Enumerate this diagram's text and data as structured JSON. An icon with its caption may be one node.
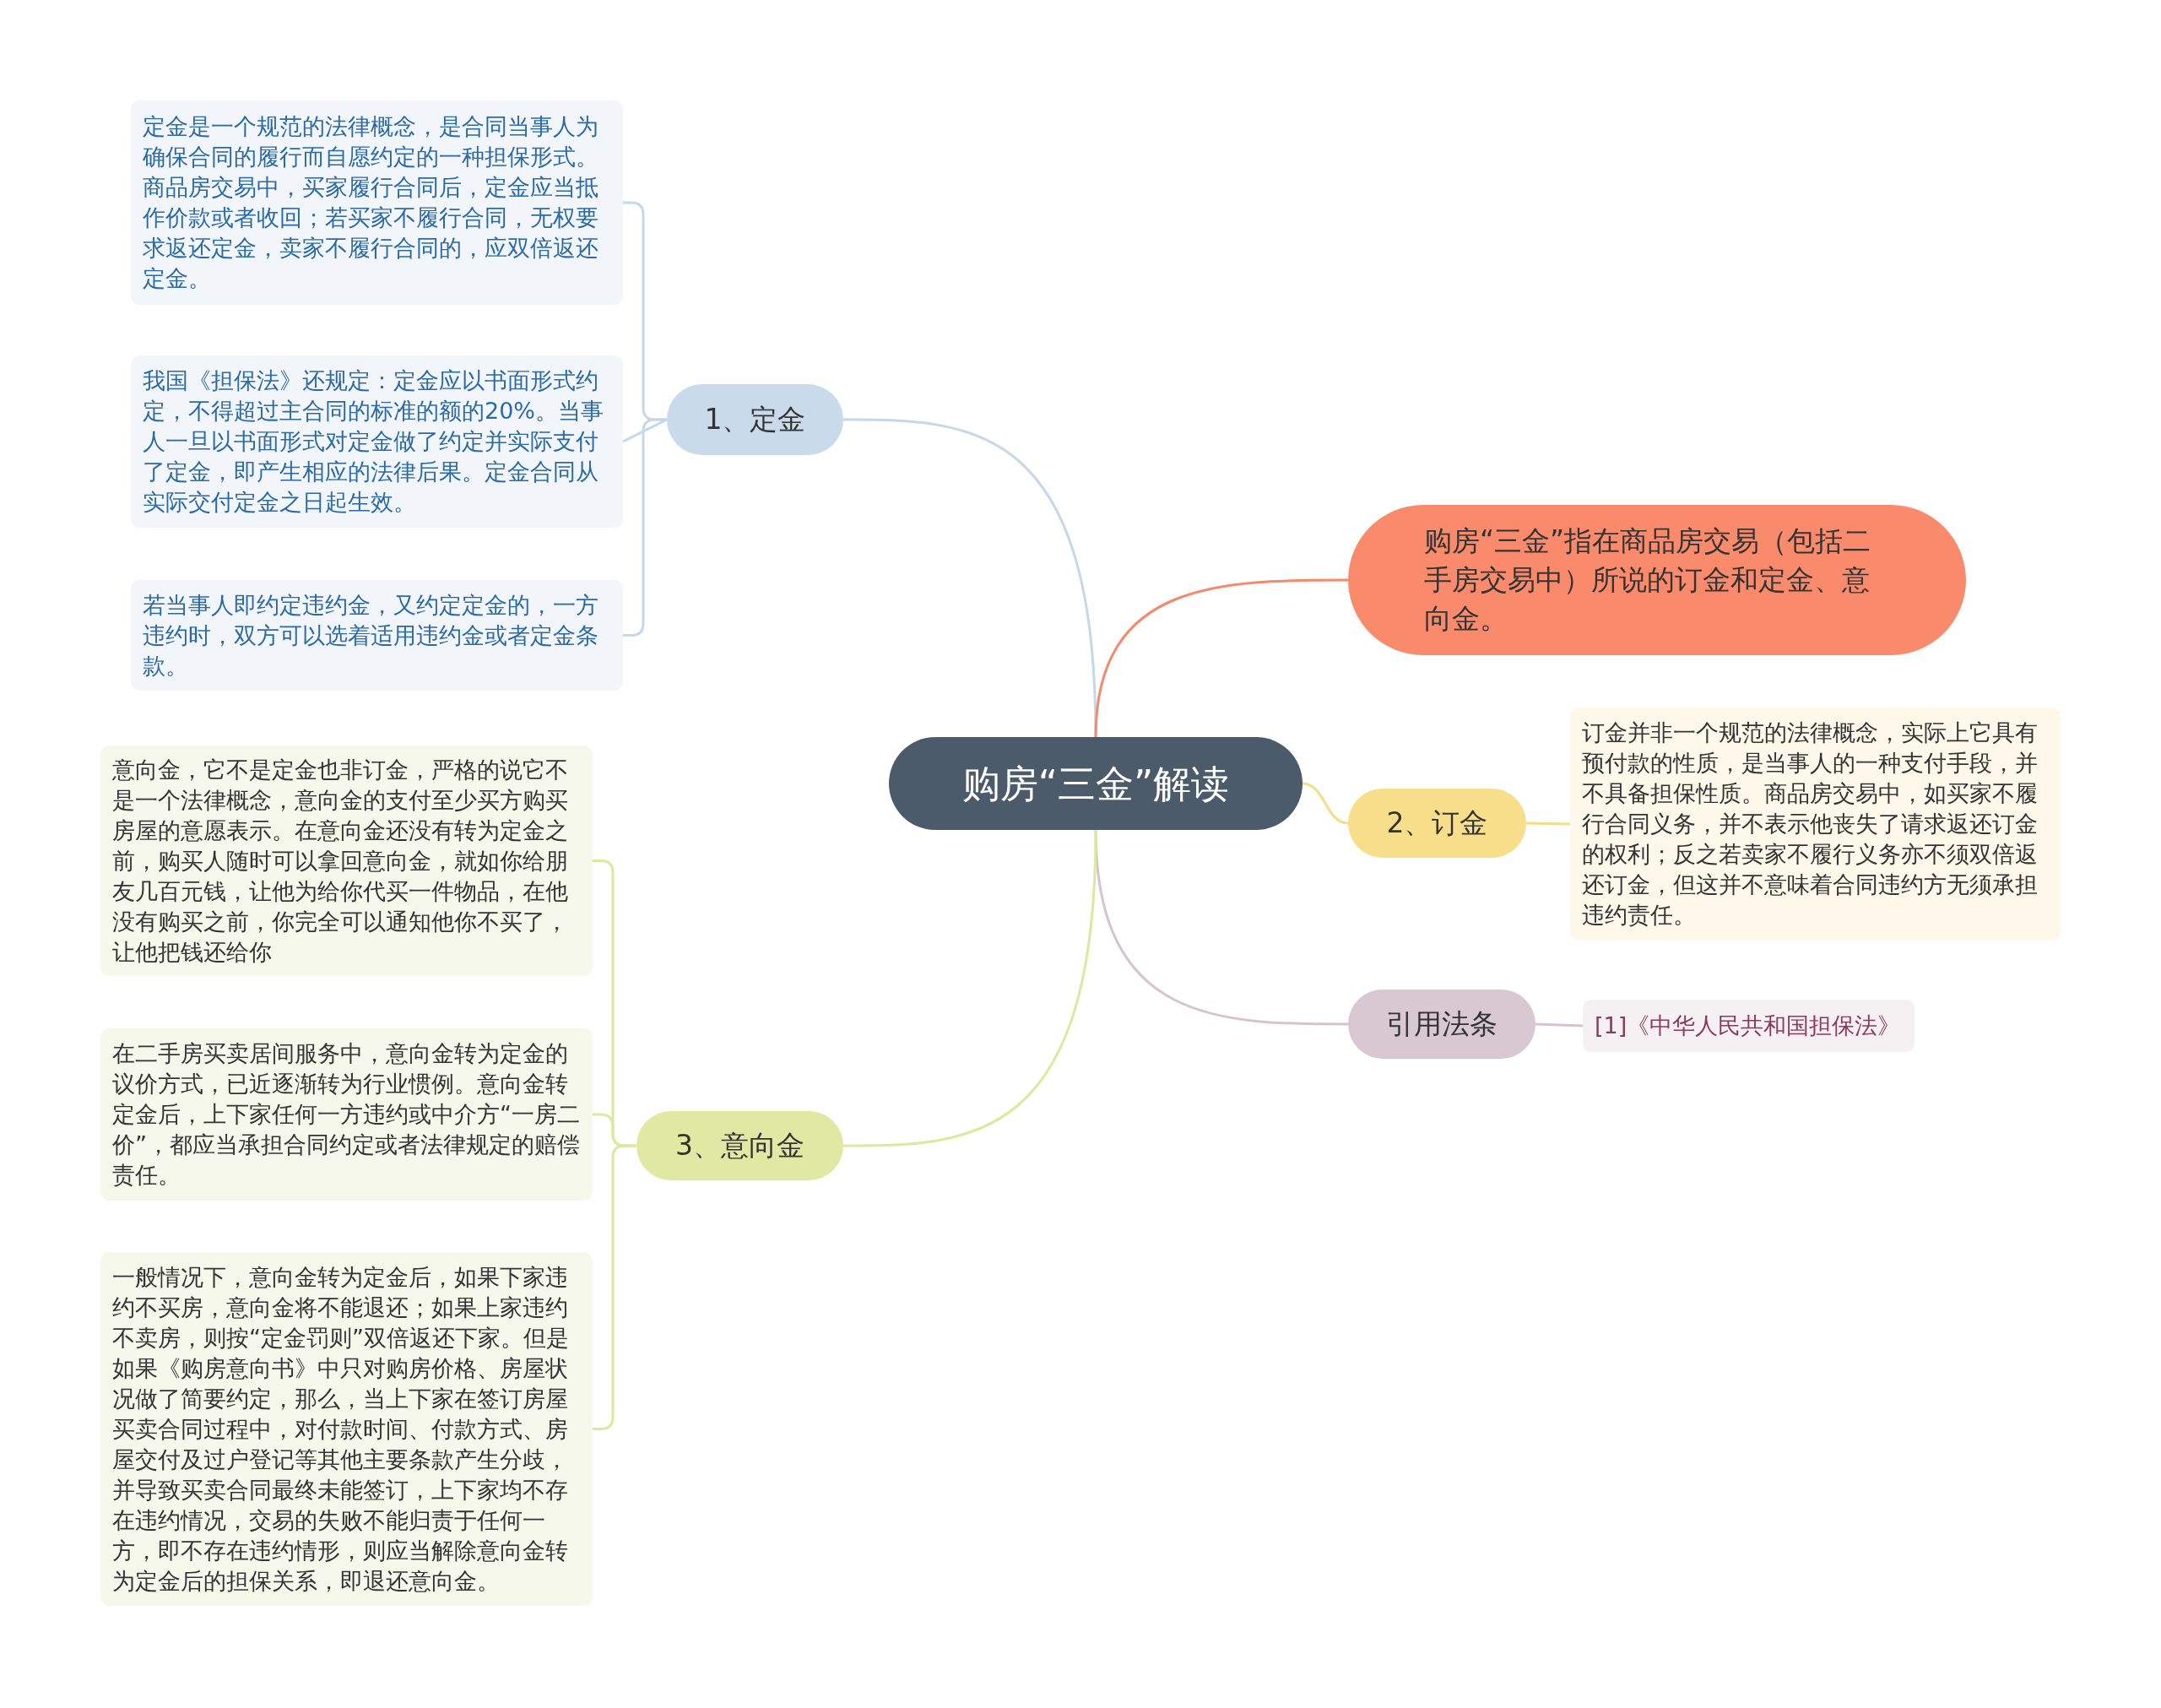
{
  "diagram": {
    "nodes": [
      {
        "text": [
          "购房“三金”解读"
        ]
      },
      {
        "text": [
          "1、定金"
        ]
      },
      {
        "text": [
          "定金是一个规范的法律概念，是合同当事人为确保合同的履行而自愿约定的一种担保形式。商品房交易中，买家履行合同后，定金应当抵作价款或者收回；若买家不履行合同，无权要求返还定金，卖家不履行合同的，应双倍返还定金。"
        ]
      },
      {
        "text": [
          "我国《担保法》还规定：定金应以书面形式约定，不得超过主合同的标准的额的20%。当事人一旦以书面形式对定金做了约定并实际支付了定金，即产生相应的法律后果。定金合同从实际交付定金之日起生效。"
        ]
      },
      {
        "text": [
          "若当事人即约定违约金，又约定定金的，一方违约时，双方可以选着适用违约金或者定金条款。"
        ]
      },
      {
        "text": [
          "购房“三金”指在商品房交易（包括二手房交易中）所说的订金和定金、意向金。"
        ]
      },
      {
        "text": [
          "2、订金"
        ]
      },
      {
        "text": [
          "订金并非一个规范的法律概念，实际上它具有预付款的性质，是当事人的一种支付手段，并不具备担保性质。商品房交易中，如买家不履行合同义务，并不表示他丧失了请求返还订金的权利；反之若卖家不履行义务亦不须双倍返还订金，但这并不意味着合同违约方无须承担违约责任。"
        ]
      },
      {
        "text": [
          "引用法条"
        ]
      },
      {
        "text": [
          "[1]《中华人民共和国担保法》"
        ]
      },
      {
        "text": [
          "3、意向金"
        ]
      },
      {
        "text": [
          "意向金，它不是定金也非订金，严格的说它不是一个法律概念，意向金的支付至少买方购买房屋的意愿表示。在意向金还没有转为定金之前，购买人随时可以拿回意向金，就如你给朋友几百元钱，让他为给你代买一件物品，在他没有购买之前，你完全可以通知他你不买了，让他把钱还给你"
        ]
      },
      {
        "text": [
          "在二手房买卖居间服务中，意向金转为定金的议价方式，已近逐渐转为行业惯例。意向金转定金后，上下家任何一方违约或中介方“一房二价”，都应当承担合同约定或者法律规定的赔偿责任。"
        ]
      },
      {
        "text": [
          "一般情况下，意向金转为定金后，如果下家违约不买房，意向金将不能退还；如果上家违约不卖房，则按“定金罚则”双倍返还下家。但是如果《购房意向书》中只对购房价格、房屋状况做了简要约定，那么，当上下家在签订房屋买卖合同过程中，对付款时间、付款方式、房屋交付及过户登记等其他主要条款产生分歧，并导致买卖合同最终未能签订，上下家均不存在违约情况，交易的失败不能归责于任何一方，即不存在违约情形，则应当解除意向金转为定金后的担保关系，即退还意向金。"
        ]
      }
    ],
    "edges": [
      {
        "from": 0,
        "to": 1,
        "arrow": "none",
        "color": "#c5d8e8"
      },
      {
        "from": 1,
        "to": 2,
        "arrow": "none",
        "color": "#c5d8e8"
      },
      {
        "from": 1,
        "to": 3,
        "arrow": "none",
        "color": "#c5d8e8"
      },
      {
        "from": 1,
        "to": 4,
        "arrow": "none",
        "color": "#c5d8e8"
      },
      {
        "from": 0,
        "to": 5,
        "arrow": "none",
        "color": "#f4896b"
      },
      {
        "from": 0,
        "to": 6,
        "arrow": "none",
        "color": "#f5dc86"
      },
      {
        "from": 6,
        "to": 7,
        "arrow": "none",
        "color": "#f5dc86"
      },
      {
        "from": 0,
        "to": 8,
        "arrow": "none",
        "color": "#d7c3cf"
      },
      {
        "from": 8,
        "to": 9,
        "arrow": "none",
        "color": "#d7c3cf"
      },
      {
        "from": 0,
        "to": 10,
        "arrow": "none",
        "color": "#dde89c"
      },
      {
        "from": 10,
        "to": 11,
        "arrow": "none",
        "color": "#dde89c"
      },
      {
        "from": 10,
        "to": 12,
        "arrow": "none",
        "color": "#dde89c"
      },
      {
        "from": 10,
        "to": 13,
        "arrow": "none",
        "color": "#dde89c"
      }
    ]
  }
}
